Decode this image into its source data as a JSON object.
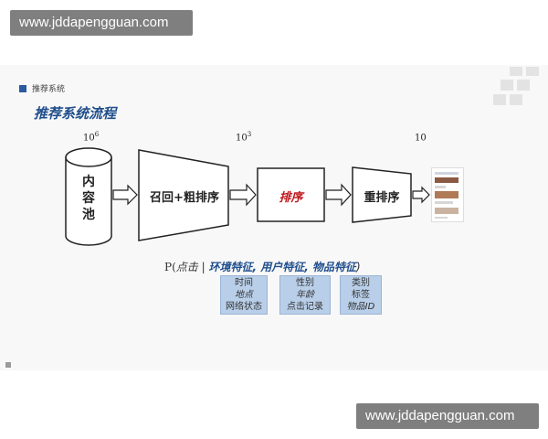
{
  "watermark": {
    "top": "www.jddapengguan.com",
    "bottom": "www.jddapengguan.com"
  },
  "section": {
    "label": "推荐系统"
  },
  "title": "推荐系统流程",
  "pool": {
    "label_lines": [
      "内",
      "容",
      "池"
    ]
  },
  "scales": [
    {
      "base": "10",
      "exp": "6"
    },
    {
      "base": "10",
      "exp": "3"
    },
    {
      "base": "10",
      "exp": ""
    }
  ],
  "stages": [
    {
      "label": "召回+粗排序"
    },
    {
      "label": "排序",
      "color": "#c0161b"
    },
    {
      "label": "重排序"
    }
  ],
  "formula": {
    "prefix": "P(",
    "event": "点击",
    "separator": " | ",
    "features": [
      "环境特征",
      "用户特征",
      "物品特征"
    ],
    "suffix": ")"
  },
  "feature_boxes": [
    {
      "lines": [
        "时间",
        "地点",
        "网络状态"
      ]
    },
    {
      "lines": [
        "性别",
        "年龄",
        "点击记录"
      ]
    },
    {
      "lines": [
        "类别",
        "标签",
        "物品ID"
      ]
    }
  ],
  "colors": {
    "accent": "#1f4e8c",
    "highlight": "#c0161b",
    "box_fill": "#b9cfe9"
  }
}
